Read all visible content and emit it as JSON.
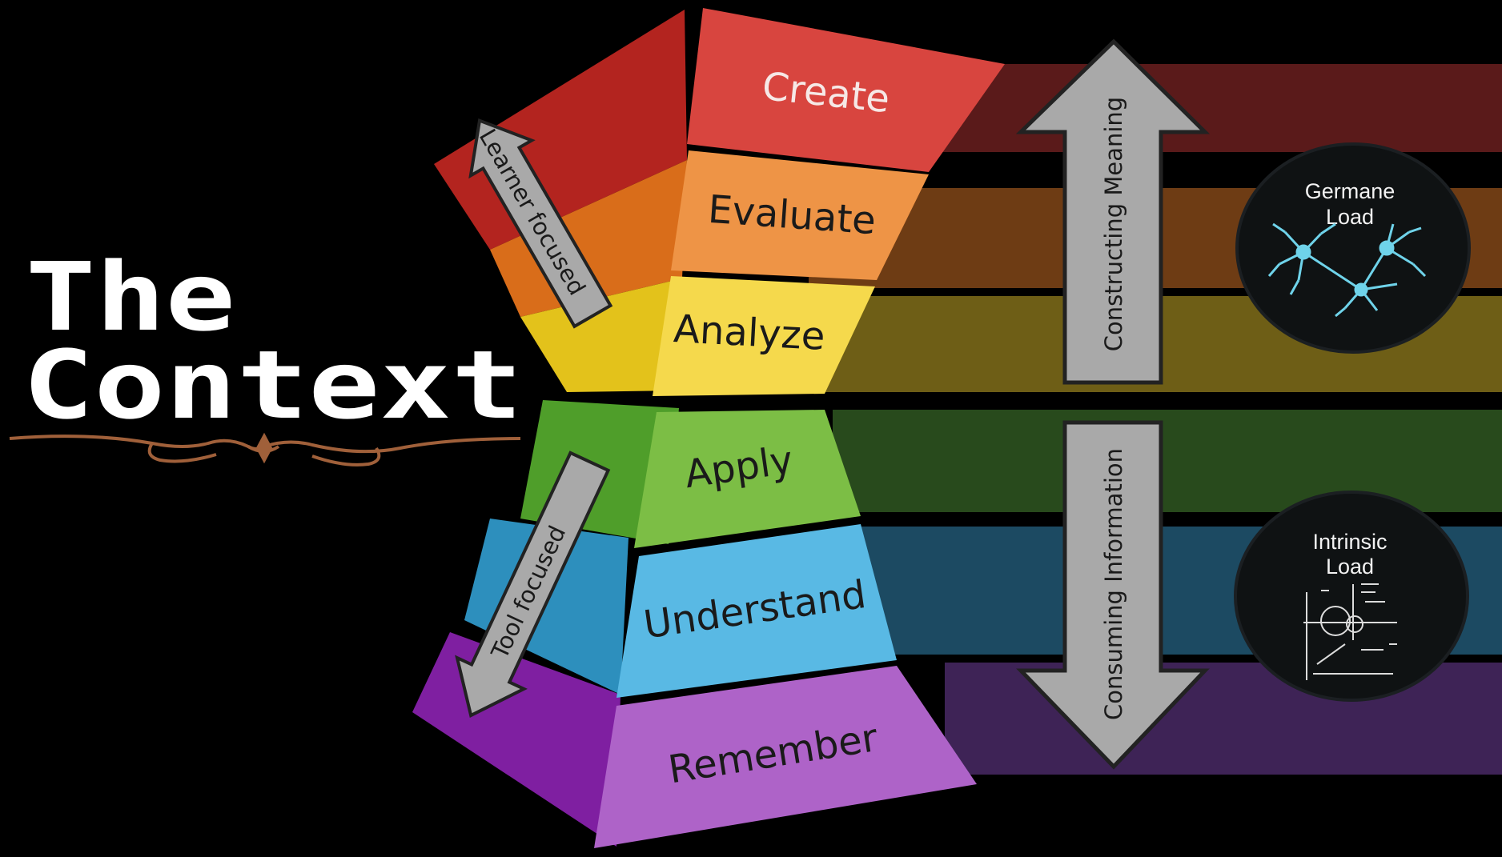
{
  "title": {
    "line1": "The",
    "line2": "Context"
  },
  "levels": [
    {
      "label": "Create",
      "color": "#d8453f"
    },
    {
      "label": "Evaluate",
      "color": "#ee9446"
    },
    {
      "label": "Analyze",
      "color": "#f5d94c"
    },
    {
      "label": "Apply",
      "color": "#7cbe45"
    },
    {
      "label": "Understand",
      "color": "#59b9e4"
    },
    {
      "label": "Remember",
      "color": "#ae63c8"
    }
  ],
  "side_arrows": {
    "top": "Learner focused",
    "bottom": "Tool focused"
  },
  "center_arrows": {
    "up": "Constructing Meaning",
    "down": "Consuming Information"
  },
  "loads": {
    "germane": {
      "line1": "Germane",
      "line2": "Load",
      "icon": "neuron-network-icon"
    },
    "intrinsic": {
      "line1": "Intrinsic",
      "line2": "Load",
      "icon": "math-graph-icon"
    }
  },
  "band_colors": [
    "#5a1a1a",
    "#6e3c14",
    "#6e5e16",
    "#284a1c",
    "#1c4a62",
    "#3e2356"
  ],
  "arrow_color": "#a9a9a9",
  "ornament_color": "#a0603a"
}
